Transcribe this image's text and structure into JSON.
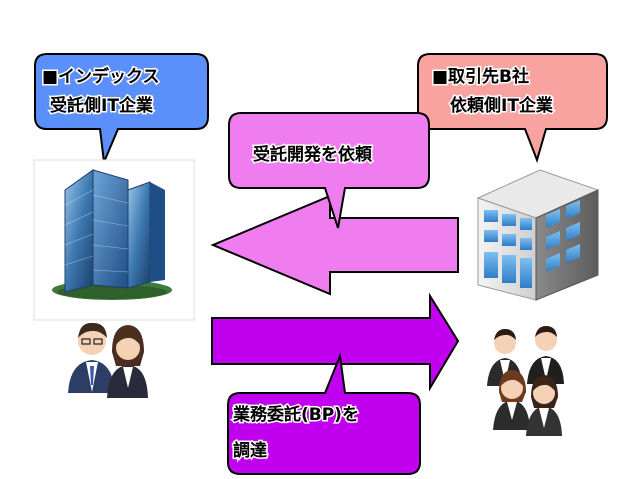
{
  "left_company": {
    "line1": "■インデックス",
    "line2": "受託側IT企業",
    "color": "#5b8ff9"
  },
  "right_company": {
    "line1": "■取引先B社",
    "line2": "依頼側IT企業",
    "color": "#f8a3a0"
  },
  "request_arrow": {
    "label": "受託開発を依頼",
    "color": "#f07df0"
  },
  "outsource_arrow": {
    "line1": "業務委託(BP)を",
    "line2": "調達",
    "color": "#c000ee"
  }
}
